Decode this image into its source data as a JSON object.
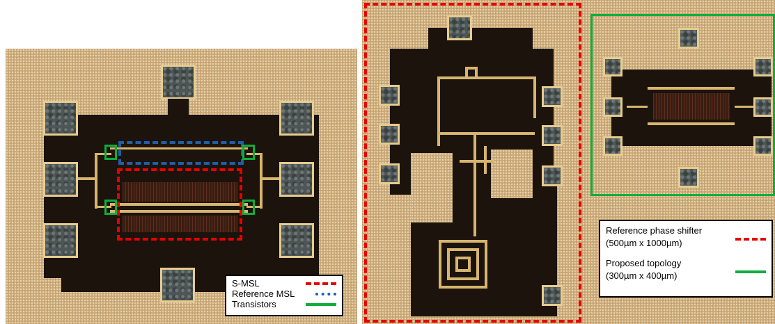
{
  "left_panel": {
    "legend": {
      "items": [
        {
          "label": "S-MSL",
          "style": "dashed",
          "color": "#e60000"
        },
        {
          "label": "Reference MSL",
          "style": "dash-dot",
          "color": "#1f5fa8"
        },
        {
          "label": "Transistors",
          "style": "solid",
          "color": "#0fae3c"
        }
      ]
    }
  },
  "right_panel": {
    "legend": {
      "items": [
        {
          "label": "Reference phase shifter",
          "size": "(500µm x 1000µm)",
          "style": "dashed",
          "color": "#e60000"
        },
        {
          "label": "Proposed topology",
          "size": "(300µm x 400µm)",
          "style": "solid",
          "color": "#0fae3c"
        }
      ]
    }
  }
}
